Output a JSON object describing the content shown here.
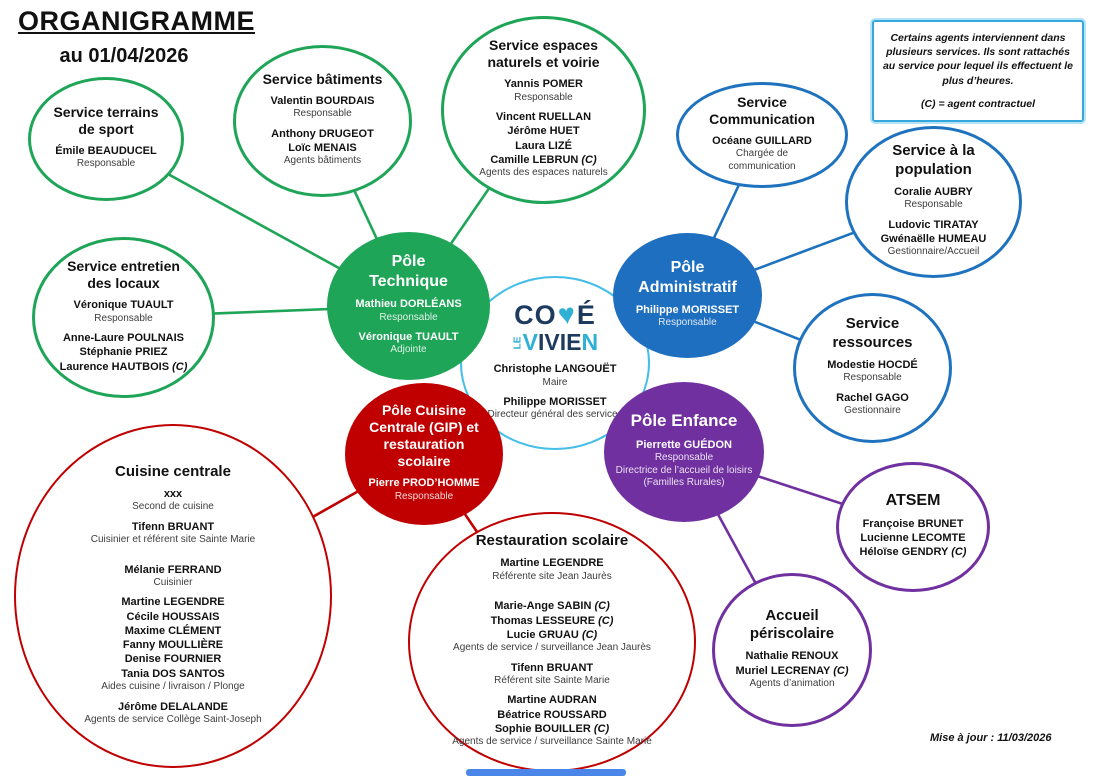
{
  "title": {
    "main": "ORGANIGRAMME",
    "date": "au 01/04/2026"
  },
  "note": {
    "body": "Certains agents interviennent dans plusieurs services. Ils sont rattachés au service pour lequel ils effectuent le plus d’heures.",
    "legend": "(C) = agent contractuel"
  },
  "footer": {
    "updated": "Mise à jour : 11/03/2026"
  },
  "logo": {
    "co": "CO",
    "heart": "♥",
    "e": "É",
    "le": "LE",
    "v": "V",
    "ivie": "IVIE",
    "n": "N"
  },
  "colors": {
    "green": "#1fa558",
    "blue": "#1f73be",
    "blue_fill": "#1f6fc0",
    "light_blue": "#45bee8",
    "red": "#c00000",
    "purple": "#7030a0",
    "navy": "#1d3a5f",
    "teal": "#2fb0d4",
    "accent_bar": "#4a86e8"
  },
  "circles": [
    {
      "id": "service-terrains-de-sport",
      "title": "Service terrains\nde sport",
      "entries": [
        {
          "names": [
            "Émile BEAUDUCEL"
          ],
          "role": "Responsable"
        }
      ]
    },
    {
      "id": "service-batiments",
      "title": "Service bâtiments",
      "entries": [
        {
          "names": [
            "Valentin BOURDAIS"
          ],
          "role": "Responsable"
        },
        {
          "names": [
            "Anthony DRUGEOT",
            "Loïc MENAIS"
          ],
          "role": "Agents bâtiments"
        }
      ]
    },
    {
      "id": "service-espaces-naturels",
      "title": "Service espaces\nnaturels et voirie",
      "entries": [
        {
          "names": [
            "Yannis POMER"
          ],
          "role": "Responsable"
        },
        {
          "names": [
            "Vincent RUELLAN",
            "Jérôme HUET",
            "Laura LIZÉ",
            "Camille LEBRUN (C)"
          ],
          "role": "Agents des espaces naturels"
        }
      ]
    },
    {
      "id": "service-communication",
      "title": "Service\nCommunication",
      "entries": [
        {
          "names": [
            "Océane GUILLARD"
          ],
          "role": "Chargée de\ncommunication"
        }
      ]
    },
    {
      "id": "service-population",
      "title": "Service à la\npopulation",
      "entries": [
        {
          "names": [
            "Coralie AUBRY"
          ],
          "role": "Responsable"
        },
        {
          "names": [
            "Ludovic TIRATAY",
            "Gwénaëlle HUMEAU"
          ],
          "role": "Gestionnaire/Accueil"
        }
      ]
    },
    {
      "id": "service-entretien-locaux",
      "title": "Service entretien\ndes locaux",
      "entries": [
        {
          "names": [
            "Véronique TUAULT"
          ],
          "role": "Responsable"
        },
        {
          "names": [
            "Anne-Laure POULNAIS",
            "Stéphanie PRIEZ",
            "Laurence HAUTBOIS (C)"
          ],
          "role": ""
        }
      ]
    },
    {
      "id": "pole-technique",
      "title": "Pôle\nTechnique",
      "entries": [
        {
          "names": [
            "Mathieu DORLÉANS"
          ],
          "role": "Responsable"
        },
        {
          "names": [
            "Véronique TUAULT"
          ],
          "role": "Adjointe"
        }
      ]
    },
    {
      "id": "pole-administratif",
      "title": "Pôle\nAdministratif",
      "entries": [
        {
          "names": [
            "Philippe MORISSET"
          ],
          "role": "Responsable"
        }
      ]
    },
    {
      "id": "mairie",
      "title": "",
      "entries": [
        {
          "names": [
            "Christophe LANGOUËT"
          ],
          "role": "Maire"
        },
        {
          "names": [
            "Philippe MORISSET"
          ],
          "role": "Directeur général des services"
        }
      ]
    },
    {
      "id": "service-ressources",
      "title": "Service\nressources",
      "entries": [
        {
          "names": [
            "Modestie HOCDÉ"
          ],
          "role": "Responsable"
        },
        {
          "names": [
            "Rachel GAGO"
          ],
          "role": "Gestionnaire"
        }
      ]
    },
    {
      "id": "pole-cuisine",
      "title": "Pôle Cuisine\nCentrale (GIP) et\nrestauration\nscolaire",
      "entries": [
        {
          "names": [
            "Pierre PROD’HOMME"
          ],
          "role": "Responsable"
        }
      ]
    },
    {
      "id": "pole-enfance",
      "title": "Pôle Enfance",
      "entries": [
        {
          "names": [
            "Pierrette GUÉDON"
          ],
          "role": "Responsable\nDirectrice de l’accueil de loisirs (Familles Rurales)"
        }
      ]
    },
    {
      "id": "atsem",
      "title": "ATSEM",
      "entries": [
        {
          "names": [
            "Françoise BRUNET",
            "Lucienne LECOMTE",
            "Héloïse GENDRY (C)"
          ],
          "role": ""
        }
      ]
    },
    {
      "id": "accueil-periscolaire",
      "title": "Accueil\npériscolaire",
      "entries": [
        {
          "names": [
            "Nathalie RENOUX",
            "Muriel LECRENAY (C)"
          ],
          "role": "Agents d’animation"
        }
      ]
    },
    {
      "id": "cuisine-centrale",
      "title": "Cuisine centrale",
      "entries": [
        {
          "names": [
            "xxx"
          ],
          "role": "Second de cuisine"
        },
        {
          "names": [
            "Tifenn BRUANT"
          ],
          "role": "Cuisinier et référent site Sainte Marie"
        },
        {
          "names": [
            "Mélanie FERRAND"
          ],
          "role": "Cuisinier",
          "gap": true
        },
        {
          "names": [
            "Martine LEGENDRE",
            "Cécile HOUSSAIS",
            "Maxime CLÉMENT",
            "Fanny MOULLIÈRE",
            "Denise FOURNIER",
            "Tania DOS SANTOS"
          ],
          "role": "Aides cuisine / livraison / Plonge"
        },
        {
          "names": [
            "Jérôme DELALANDE"
          ],
          "role": "Agents de service Collège Saint-Joseph"
        }
      ]
    },
    {
      "id": "restauration-scolaire",
      "title": "Restauration scolaire",
      "entries": [
        {
          "names": [
            "Martine LEGENDRE"
          ],
          "role": "Référente site Jean Jaurès"
        },
        {
          "names": [
            "Marie-Ange SABIN (C)",
            "Thomas LESSEURE (C)",
            "Lucie GRUAU (C)"
          ],
          "role": "Agents de service / surveillance Jean Jaurès",
          "gap": true
        },
        {
          "names": [
            "Tifenn BRUANT"
          ],
          "role": "Référent site Sainte Marie"
        },
        {
          "names": [
            "Martine AUDRAN",
            "Béatrice ROUSSARD",
            "Sophie BOUILLER (C)"
          ],
          "role": "Agents de service / surveillance Sainte Marie"
        }
      ]
    }
  ]
}
